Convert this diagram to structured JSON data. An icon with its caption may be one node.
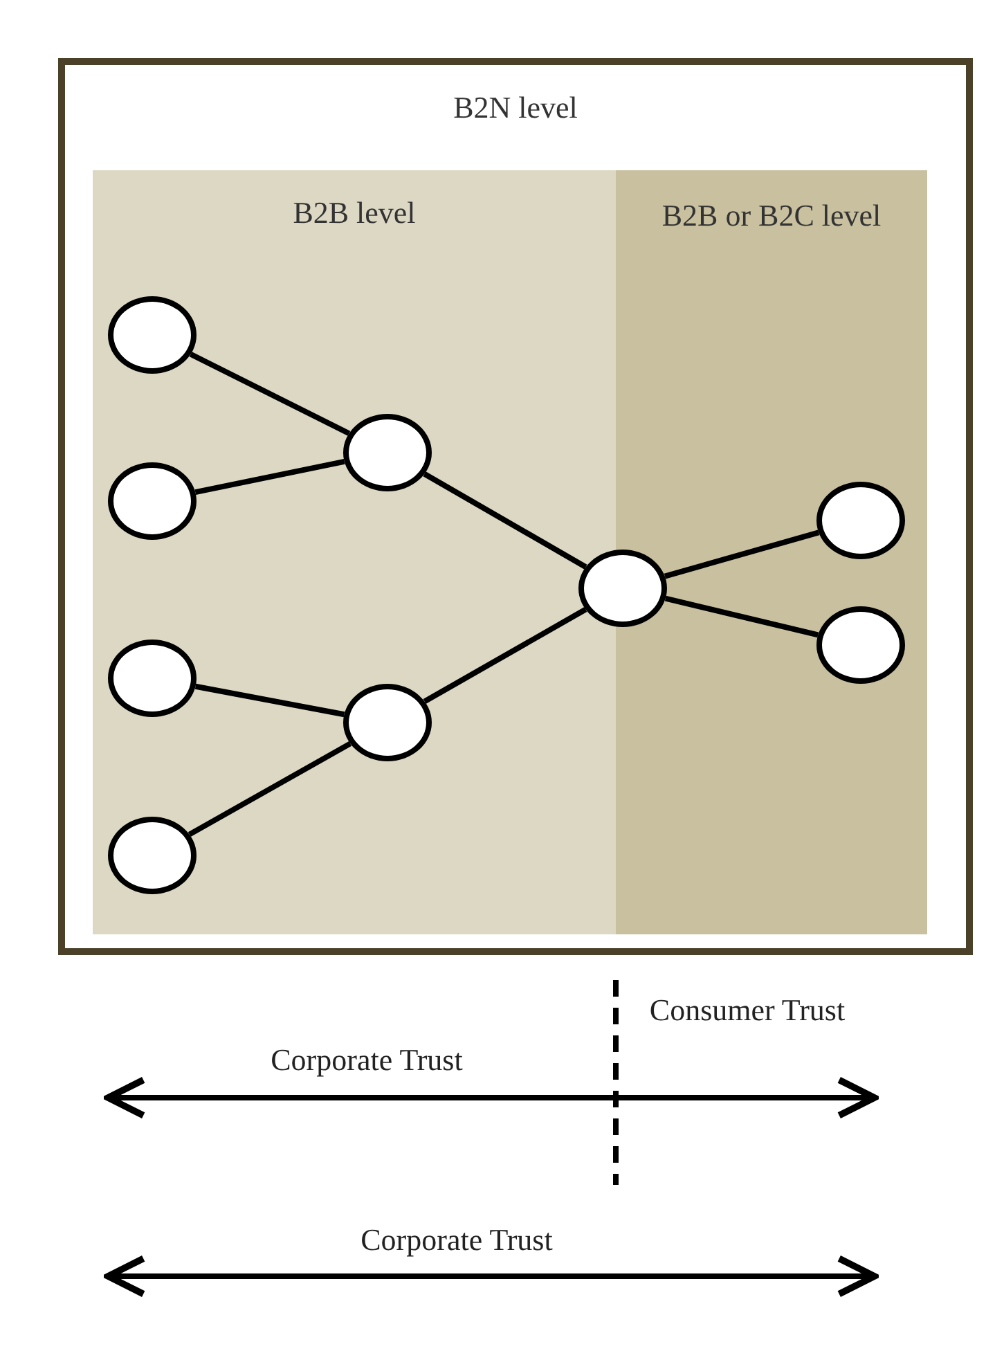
{
  "diagram": {
    "nodes": [
      {
        "text": [
          "B2N level"
        ]
      },
      {
        "text": [
          "B2B level"
        ],
        "in": 0
      },
      {
        "text": [
          "B2B or B2C level"
        ],
        "in": 0
      },
      {
        "text": [],
        "shape": "circle",
        "in": 1
      },
      {
        "text": [],
        "shape": "circle",
        "in": 1
      },
      {
        "text": [],
        "shape": "circle",
        "in": 1
      },
      {
        "text": [],
        "shape": "circle",
        "in": 1
      },
      {
        "text": [],
        "shape": "circle",
        "in": 1
      },
      {
        "text": [],
        "shape": "circle",
        "in": 1
      },
      {
        "text": [],
        "shape": "circle",
        "in": 0
      },
      {
        "text": [],
        "shape": "circle",
        "in": 2
      },
      {
        "text": [],
        "shape": "circle",
        "in": 2
      }
    ],
    "edges": [
      {
        "from": 3,
        "to": 7,
        "arrow": "none"
      },
      {
        "from": 4,
        "to": 7,
        "arrow": "none"
      },
      {
        "from": 5,
        "to": 8,
        "arrow": "none"
      },
      {
        "from": 6,
        "to": 8,
        "arrow": "none"
      },
      {
        "from": 7,
        "to": 9,
        "arrow": "none"
      },
      {
        "from": 8,
        "to": 9,
        "arrow": "none"
      },
      {
        "from": 9,
        "to": 10,
        "arrow": "none"
      },
      {
        "from": 9,
        "to": 11,
        "arrow": "none"
      }
    ],
    "labels": [
      "Consumer Trust",
      "Corporate Trust",
      "Corporate Trust"
    ]
  }
}
